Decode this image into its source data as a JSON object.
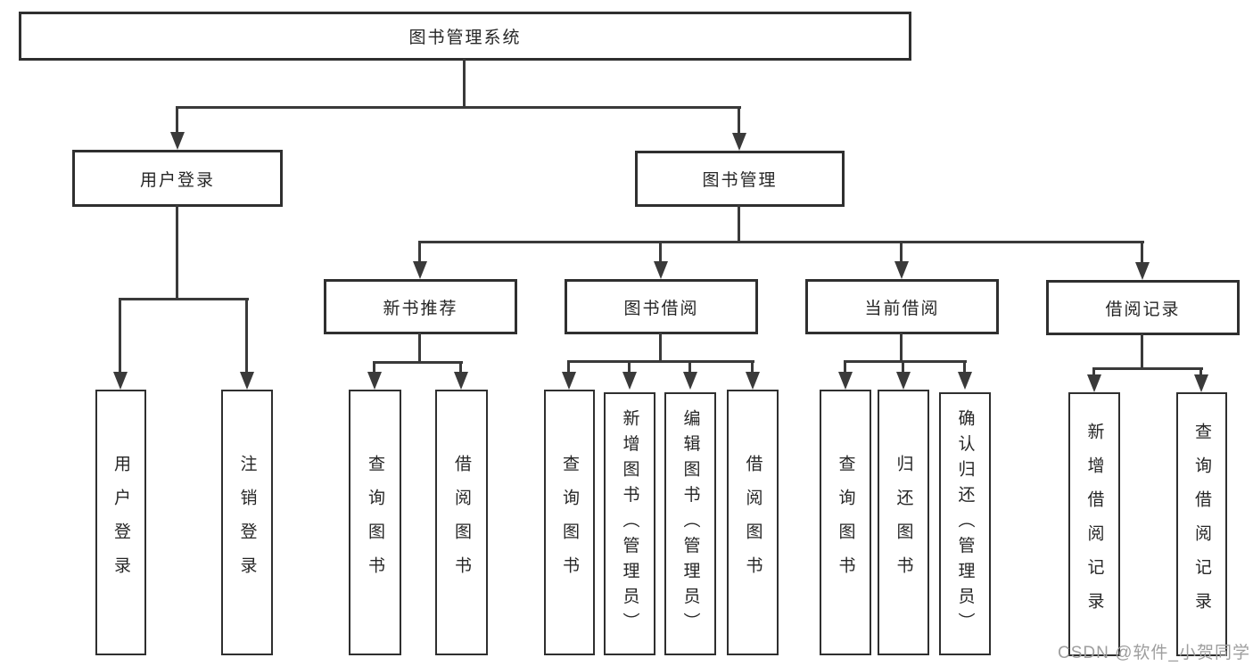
{
  "diagram_type": "hierarchy-tree",
  "colors": {
    "background": "#ffffff",
    "line": "#3a3a3a",
    "box_border": "#2f2f2f",
    "text": "#262626",
    "watermark": "#9e9e9e"
  },
  "nodes": {
    "root": "图书管理系统",
    "user_login": "用户登录",
    "book_management": "图书管理",
    "new_book_recommend": "新书推荐",
    "book_borrowing": "图书借阅",
    "current_borrowing": "当前借阅",
    "borrowing_records": "借阅记录",
    "leaf_user_login": "用户登录",
    "leaf_logout": "注销登录",
    "leaf_nb_query_books": "查询图书",
    "leaf_nb_borrow_books": "借阅图书",
    "leaf_bb_query_books": "查询图书",
    "leaf_bb_add_books": "新增图书（管理员）",
    "leaf_bb_edit_books": "编辑图书（管理员）",
    "leaf_bb_borrow_books": "借阅图书",
    "leaf_cb_query_books": "查询图书",
    "leaf_cb_return_books": "归还图书",
    "leaf_cb_confirm_return": "确认归还（管理员）",
    "leaf_br_add_record": "新增借阅记录",
    "leaf_br_query_record": "查询借阅记录"
  },
  "watermark": "CSDN @软件_小贺同学"
}
